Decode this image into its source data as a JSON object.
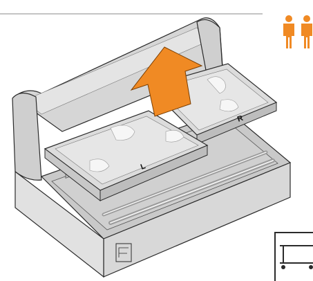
{
  "illustration": {
    "left_panel_label": "L",
    "right_panel_label": "R",
    "colors": {
      "arrow": "#f08a24",
      "people_icon": "#f08a24",
      "crate_fill": "#d4d4d4",
      "crate_shade": "#bdbdbd",
      "panel_fill": "#dcdcdc",
      "outline": "#2a2a2a"
    },
    "icons": [
      "two-person-lift-icon",
      "printer-stand-icon"
    ],
    "arrow_direction": "up"
  }
}
